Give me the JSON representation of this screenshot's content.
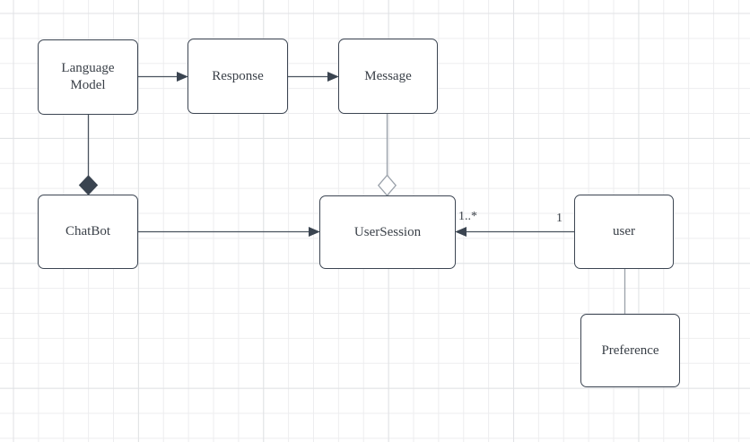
{
  "diagram": {
    "nodes": [
      {
        "id": "language-model",
        "label": "Language Model"
      },
      {
        "id": "response",
        "label": "Response"
      },
      {
        "id": "message",
        "label": "Message"
      },
      {
        "id": "chatbot",
        "label": "ChatBot"
      },
      {
        "id": "usersession",
        "label": "UserSession"
      },
      {
        "id": "user",
        "label": "user"
      },
      {
        "id": "preference",
        "label": "Preference"
      }
    ],
    "edges": [
      {
        "from": "Language Model",
        "to": "Response",
        "type": "directed-arrow"
      },
      {
        "from": "Response",
        "to": "Message",
        "type": "directed-arrow"
      },
      {
        "from": "Language Model",
        "to": "ChatBot",
        "type": "composition-filled-diamond"
      },
      {
        "from": "Message",
        "to": "UserSession",
        "type": "aggregation-open-diamond"
      },
      {
        "from": "ChatBot",
        "to": "UserSession",
        "type": "directed-arrow"
      },
      {
        "from": "user",
        "to": "UserSession",
        "type": "directed-arrow",
        "source_label": "1",
        "target_label": "1..*"
      },
      {
        "from": "user",
        "to": "Preference",
        "type": "plain-line"
      }
    ],
    "colors": {
      "node_border": "#3c4552",
      "node_fill": "#ffffff",
      "text": "#3a4048",
      "edge_dark": "#4a535e",
      "edge_light": "#9aa1aa",
      "marker_fill": "#3a4450",
      "grid_minor": "#ededef",
      "grid_major": "#e0e2e5",
      "canvas_bg": "#ffffff"
    }
  }
}
